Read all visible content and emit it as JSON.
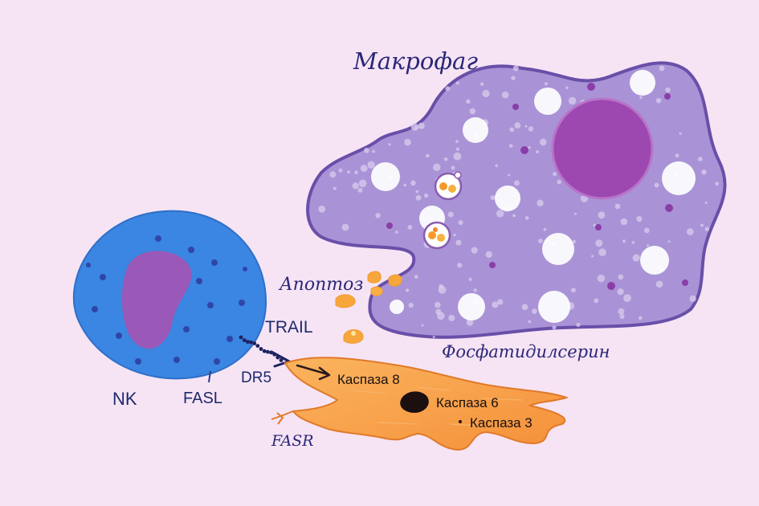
{
  "labels": {
    "macrophage": "Макрофаг",
    "apoptosis": "Апоптоз",
    "trail": "TRAIL",
    "phosphatidylserine": "Фосфатидилсерин",
    "nk": "NK",
    "fasl": "FASL",
    "dr5": "DR5",
    "fasr": "FASR",
    "caspase8": "Каспаза 8",
    "caspase6": "Каспаза 6",
    "caspase3": "Каспаза 3"
  },
  "colors": {
    "background": "#f6e4f4",
    "macrophage_body": "#a993d6",
    "macrophage_nucleus": "#9c48b0",
    "nk_cell": "#3a86e2",
    "nk_nucleus": "#9a58b8",
    "apoptotic_cell": "#f9a24a",
    "text": "#2a2778"
  }
}
